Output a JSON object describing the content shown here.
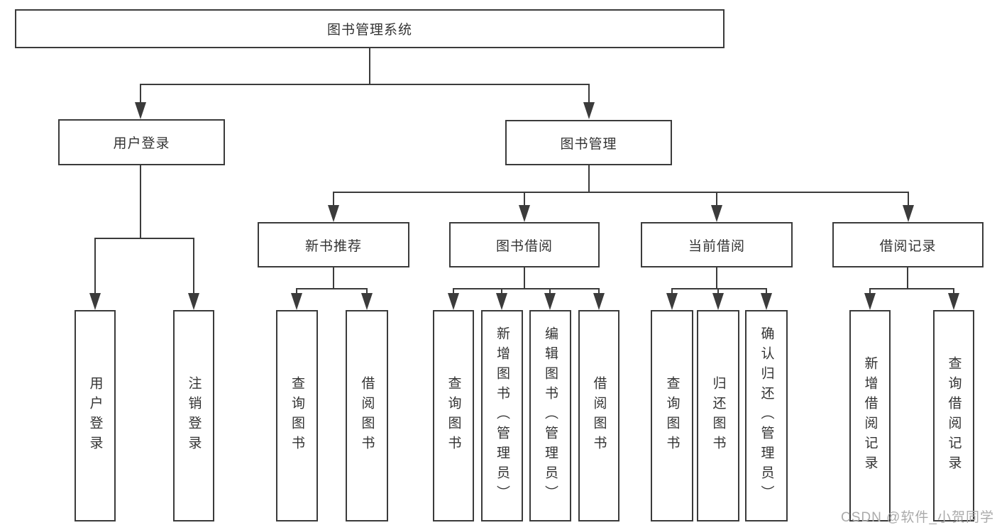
{
  "root": {
    "label": "图书管理系统"
  },
  "user_login": {
    "label": "用户登录",
    "children": [
      {
        "label": "用户登录"
      },
      {
        "label": "注销登录"
      }
    ]
  },
  "book_mgmt": {
    "label": "图书管理"
  },
  "groups": [
    {
      "label": "新书推荐",
      "children": [
        {
          "label": "查询图书"
        },
        {
          "label": "借阅图书"
        }
      ]
    },
    {
      "label": "图书借阅",
      "children": [
        {
          "label": "查询图书"
        },
        {
          "label": "新增图书（管理员）"
        },
        {
          "label": "编辑图书（管理员）"
        },
        {
          "label": "借阅图书"
        }
      ]
    },
    {
      "label": "当前借阅",
      "children": [
        {
          "label": "查询图书"
        },
        {
          "label": "归还图书"
        },
        {
          "label": "确认归还（管理员）"
        }
      ]
    },
    {
      "label": "借阅记录",
      "children": [
        {
          "label": "新增借阅记录"
        },
        {
          "label": "查询借阅记录"
        }
      ]
    }
  ],
  "watermark": "CSDN @软件_小贺同学",
  "colors": {
    "line": "#3b3b3b",
    "text": "#333333",
    "background": "#ffffff",
    "watermark": "#ababab"
  }
}
